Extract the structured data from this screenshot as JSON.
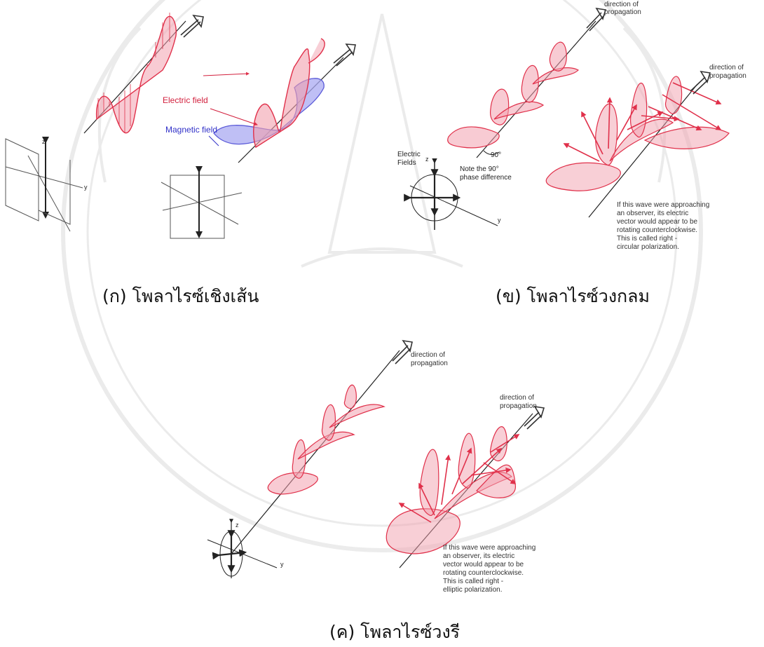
{
  "colors": {
    "wave_red": "#e0304a",
    "wave_fill": "#f2a0ae",
    "wave_fill_light": "#f8c9d0",
    "magnetic_blue": "#7777e0",
    "magnetic_fill": "#a9a9f2",
    "axis_dark": "#222222",
    "label_red": "#d21f3c",
    "label_blue": "#3030c8",
    "watermark": "#dcdcdc"
  },
  "icons": [
    "hollow-arrow-icon",
    "axis-cross-icon",
    "watermark-seal-icon"
  ],
  "panel_a": {
    "caption": "(ก) โพลาไรซ์เชิงเส้น",
    "electric_label": "Electric field",
    "magnetic_label": "Magnetic field",
    "axis_z": "z",
    "axis_y": "y"
  },
  "panel_b": {
    "caption": "(ข) โพลาไรซ์วงกลม",
    "prop_1_line1": "direction of",
    "prop_1_line2": "propagation",
    "prop_2_line1": "direction of",
    "prop_2_line2": "propagation",
    "angle_label": "90°",
    "electric_fields_line1": "Electric",
    "electric_fields_line2": "Fields",
    "note_line1": "Note the 90°",
    "note_line2": "phase difference",
    "axis_z": "z",
    "axis_y": "y",
    "description": [
      "If this wave were approaching",
      "an observer, its electric",
      "vector would appear to be",
      "rotating counterclockwise.",
      "This is called right -",
      "circular polarization."
    ]
  },
  "panel_c": {
    "caption": "(ค) โพลาไรซ์วงรี",
    "prop_1_line1": "direction of",
    "prop_1_line2": "propagation",
    "prop_2_line1": "direction of",
    "prop_2_line2": "propagation",
    "axis_z": "z",
    "axis_y": "y",
    "description": [
      "If this wave were approaching",
      "an observer, its electric",
      "vector would appear to be",
      "rotating counterclockwise.",
      "This is called right -",
      "elliptic polarization."
    ]
  }
}
